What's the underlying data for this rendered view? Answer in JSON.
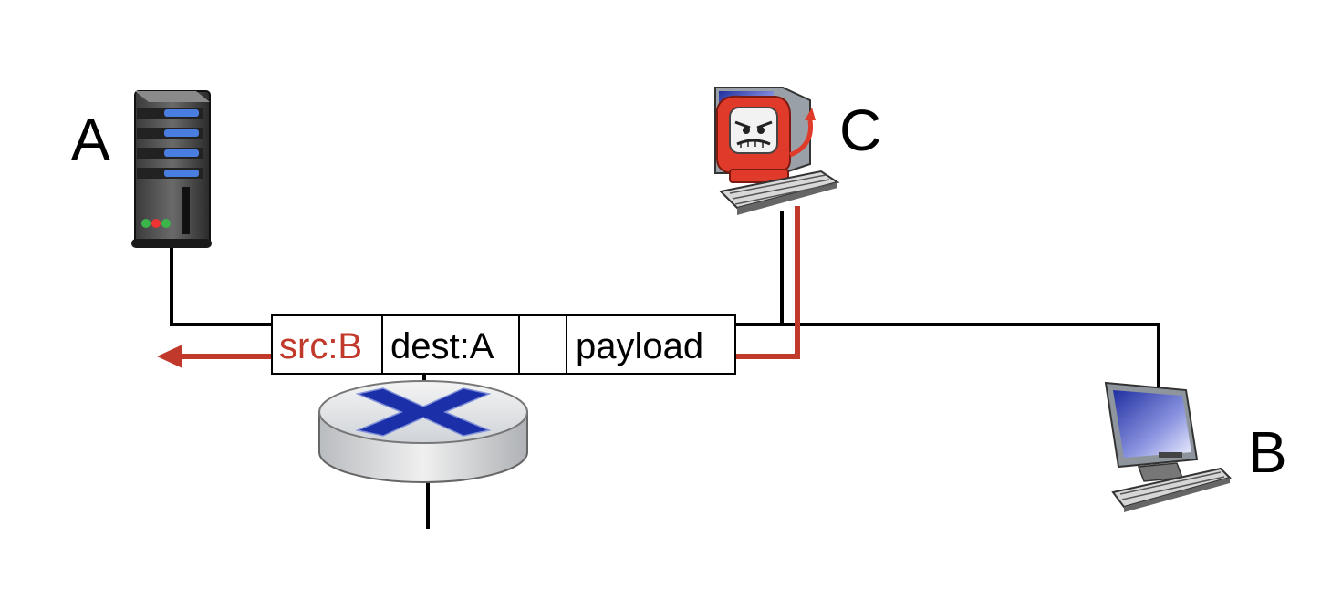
{
  "nodes": {
    "a": {
      "label": "A"
    },
    "b": {
      "label": "B"
    },
    "c": {
      "label": "C"
    }
  },
  "packet": {
    "src": "src:B",
    "dest": "dest:A",
    "empty_field": "",
    "payload": "payload"
  },
  "colors": {
    "spoof_red": "#c0392b",
    "wire": "#000000",
    "router_blue": "#1a2fa8",
    "server_led_blue": "#4a7de0"
  },
  "icons": {
    "a": "server-icon",
    "b": "desktop-computer-icon",
    "c": "devil-computer-icon",
    "switch": "router-icon"
  }
}
